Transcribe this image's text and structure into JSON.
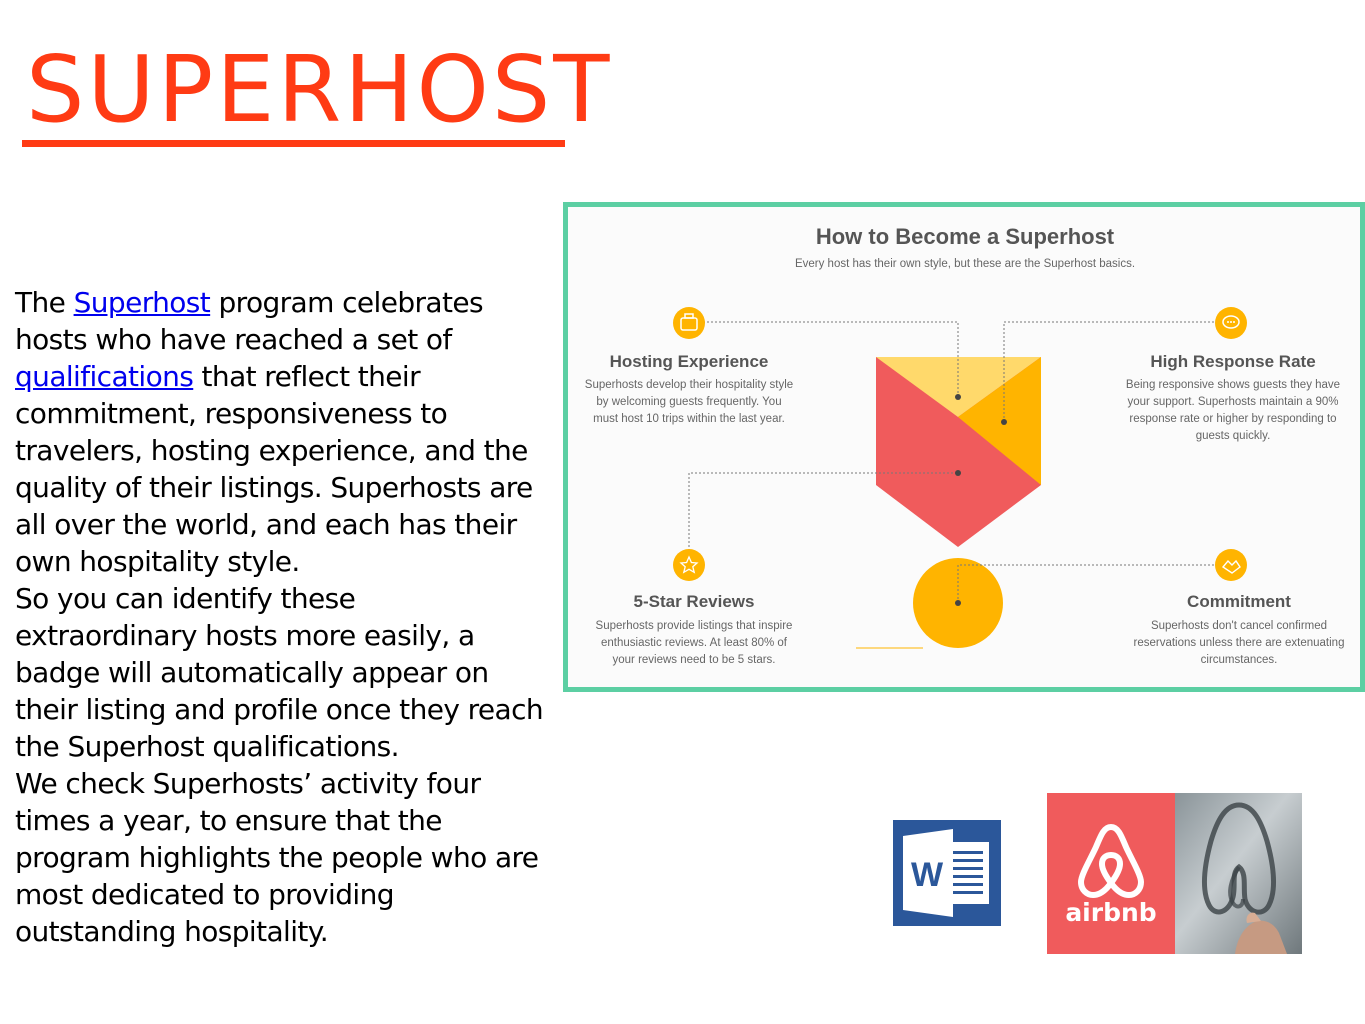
{
  "page": {
    "title": "SUPERHOST",
    "body": {
      "p1_before_link1": "The ",
      "link1": "Superhost",
      "p1_between_links": " program celebrates hosts who have reached a set of ",
      "link2": "qualifications",
      "p1_after_link2": " that reflect their commitment, responsiveness to travelers, hosting experience, and the quality of their listings. Superhosts are all over the world, and each has their own hospitality style.",
      "p2": "So you can identify these extraordinary hosts more easily, a badge will automatically appear on their listing and profile once they reach the Superhost qualifications.",
      "p3": "We check Superhosts’ activity four times a year, to ensure that the program highlights the people who are most dedicated to providing outstanding hospitality."
    }
  },
  "infographic": {
    "title": "How to Become a Superhost",
    "subtitle": "Every host has their own style, but these are the Superhost basics.",
    "sections": {
      "hosting": {
        "heading": "Hosting Experience",
        "lines": [
          "Superhosts develop their hospitality style",
          "by welcoming guests frequently. You",
          "must host 10 trips within the last year."
        ]
      },
      "response": {
        "heading": "High Response Rate",
        "lines": [
          "Being responsive shows guests they have",
          "your support. Superhosts maintain a 90%",
          "response rate or higher by responding to",
          "guests quickly."
        ]
      },
      "reviews": {
        "heading": "5-Star Reviews",
        "lines": [
          "Superhosts provide listings that inspire",
          "enthusiastic reviews. At least 80% of",
          "your reviews need to be 5 stars."
        ]
      },
      "commitment": {
        "heading": "Commitment",
        "lines": [
          "Superhosts don't cancel confirmed",
          "reservations unless there are extenuating",
          "circumstances."
        ]
      }
    },
    "colors": {
      "border": "#5ccfa3",
      "red": "#f05b5c",
      "yellow": "#ffb400",
      "light_yellow": "#ffd96b"
    }
  },
  "logos": {
    "word_letter": "W",
    "airbnb_wordmark": "airbnb"
  }
}
